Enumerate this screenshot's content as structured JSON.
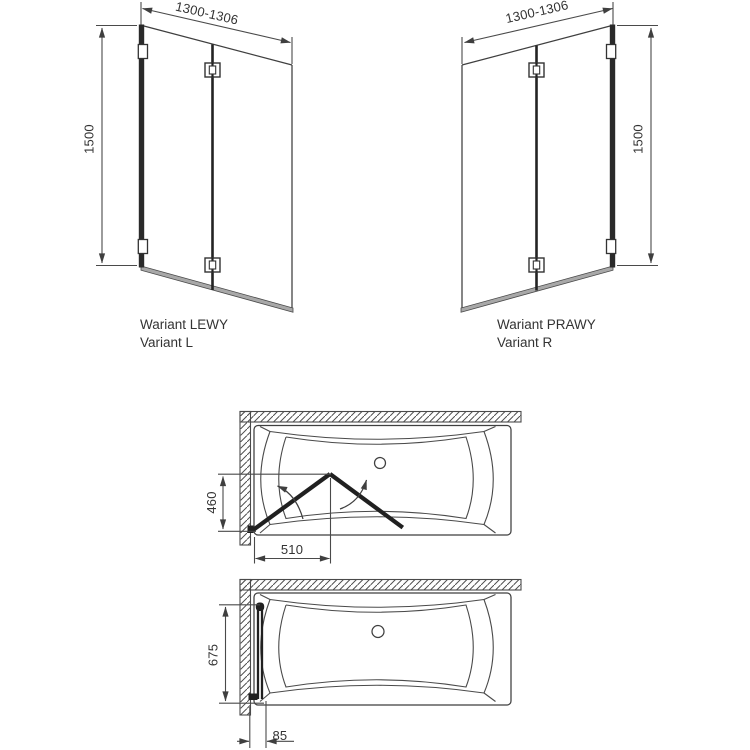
{
  "colors": {
    "background": "#ffffff",
    "line": "#3f3f3f",
    "dark_profile": "#232323",
    "text": "#333333",
    "seal_band": "#a8a8a8"
  },
  "variant_left": {
    "width_label": "1300-1306",
    "height_label": "1500",
    "caption_pl": "Wariant LEWY",
    "caption_en": "Variant L"
  },
  "variant_right": {
    "width_label": "1300-1306",
    "height_label": "1500",
    "caption_pl": "Wariant PRAWY",
    "caption_en": "Variant R"
  },
  "plan_open": {
    "fold_depth_label": "460",
    "fold_width_label": "510"
  },
  "plan_folded": {
    "folded_length_label": "675",
    "folded_offset_label": "85"
  }
}
